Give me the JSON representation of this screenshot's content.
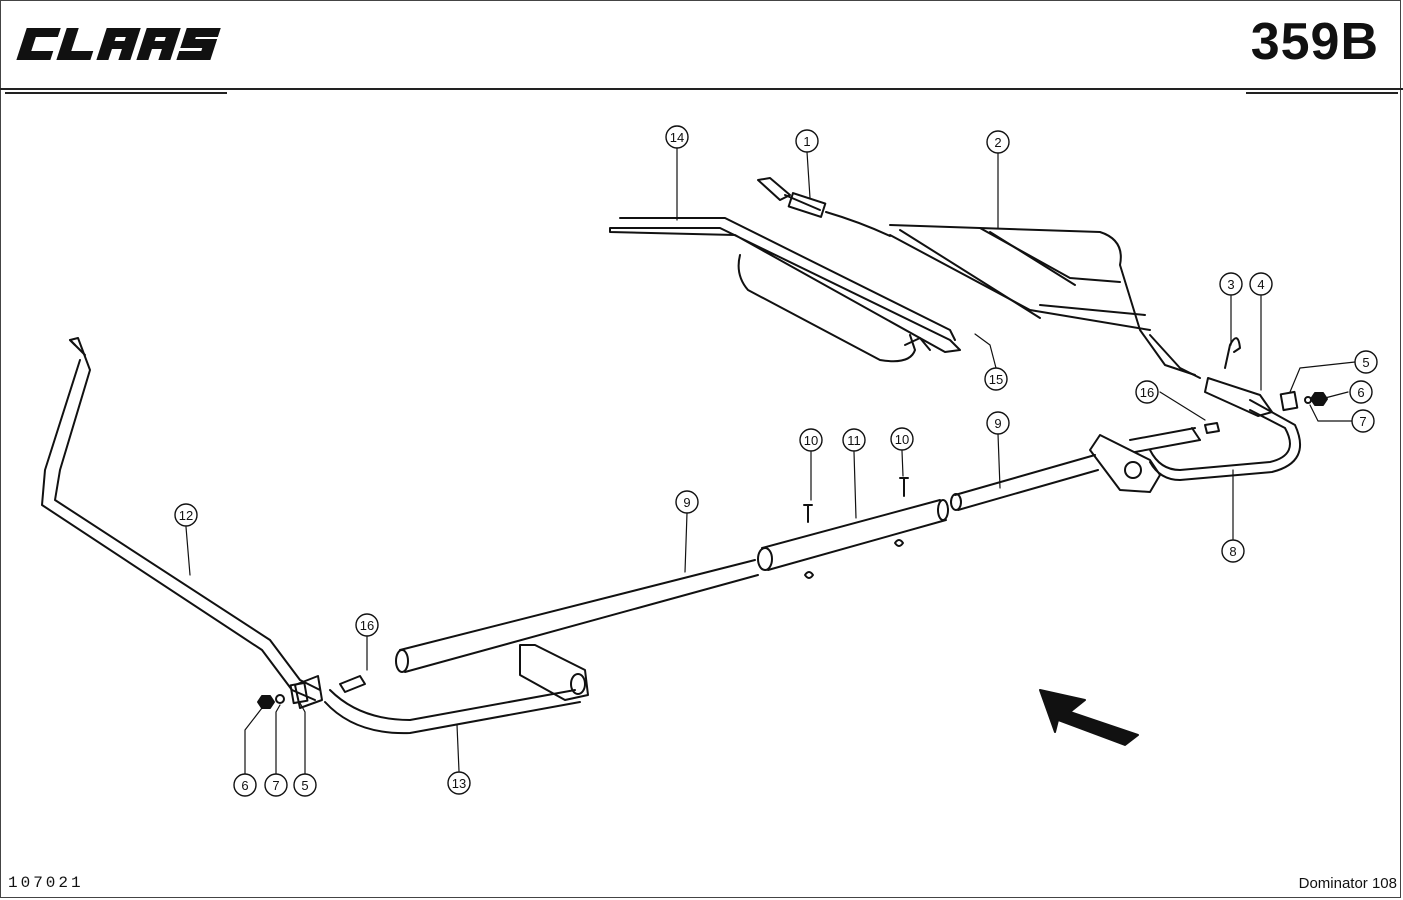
{
  "header": {
    "brand": "CLAAS",
    "page_number": "359B"
  },
  "footer": {
    "drawing_number": "107021",
    "model": "Dominator 108"
  },
  "callouts": [
    {
      "id": "c14",
      "label": "14"
    },
    {
      "id": "c1",
      "label": "1"
    },
    {
      "id": "c2",
      "label": "2"
    },
    {
      "id": "c3",
      "label": "3"
    },
    {
      "id": "c4",
      "label": "4"
    },
    {
      "id": "c5a",
      "label": "5"
    },
    {
      "id": "c6a",
      "label": "6"
    },
    {
      "id": "c7a",
      "label": "7"
    },
    {
      "id": "c15",
      "label": "15"
    },
    {
      "id": "c16a",
      "label": "16"
    },
    {
      "id": "c9a",
      "label": "9"
    },
    {
      "id": "c10a",
      "label": "10"
    },
    {
      "id": "c11",
      "label": "11"
    },
    {
      "id": "c10b",
      "label": "10"
    },
    {
      "id": "c9b",
      "label": "9"
    },
    {
      "id": "c8",
      "label": "8"
    },
    {
      "id": "c12",
      "label": "12"
    },
    {
      "id": "c16b",
      "label": "16"
    },
    {
      "id": "c13",
      "label": "13"
    },
    {
      "id": "c6b",
      "label": "6"
    },
    {
      "id": "c7b",
      "label": "7"
    },
    {
      "id": "c5b",
      "label": "5"
    }
  ]
}
